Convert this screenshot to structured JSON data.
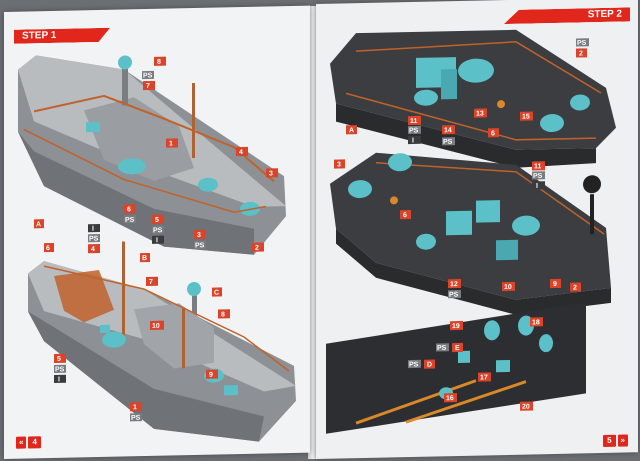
{
  "left_page": {
    "step_label": "STEP 1",
    "page_number": "4",
    "nav_arrows": "«",
    "callouts_top": [
      "8",
      "PS",
      "7",
      "1",
      "4",
      "3",
      "6",
      "PS",
      "5",
      "PS",
      "I",
      "3",
      "PS",
      "2"
    ],
    "callouts_bottom": [
      "A",
      "6",
      "I",
      "PS",
      "4",
      "B",
      "7",
      "C",
      "8",
      "10",
      "9",
      "5",
      "PS",
      "I",
      "1",
      "PS"
    ]
  },
  "right_page": {
    "step_label": "STEP 2",
    "page_number": "5",
    "nav_arrows": "»",
    "callouts_top": [
      "PS",
      "2",
      "11",
      "PS",
      "I",
      "14",
      "PS",
      "13",
      "6",
      "15",
      "11",
      "PS",
      "I"
    ],
    "callouts_middle": [
      "A",
      "3",
      "6",
      "12",
      "PS",
      "10",
      "9",
      "2"
    ],
    "callouts_bottom": [
      "19",
      "18",
      "PS",
      "E",
      "PS",
      "D",
      "17",
      "16",
      "20"
    ]
  },
  "colors": {
    "accent_red": "#e1261c",
    "tag_orange": "#d9442a",
    "hull_gray": "#8d9094",
    "deck_dark": "#3b3d40",
    "part_cyan": "#5bc0c8",
    "rail_orange": "#c0622a"
  }
}
